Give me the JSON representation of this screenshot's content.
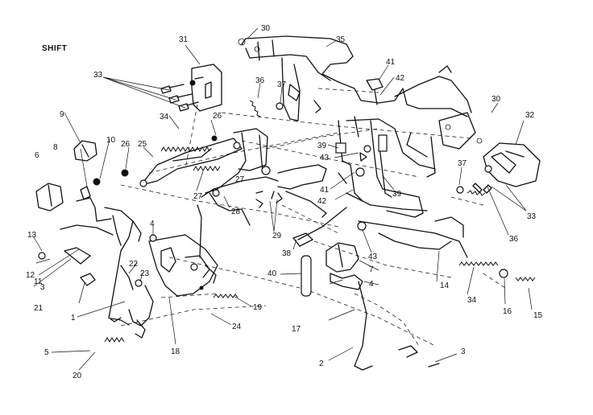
{
  "title": "SHIFT",
  "callouts": [
    "1",
    "2",
    "3",
    "3",
    "4",
    "4",
    "5",
    "6",
    "7",
    "8",
    "9",
    "10",
    "11",
    "12",
    "13",
    "14",
    "15",
    "16",
    "17",
    "18",
    "19",
    "20",
    "21",
    "22",
    "23",
    "24",
    "25",
    "26",
    "26",
    "27",
    "27",
    "28",
    "29",
    "30",
    "30",
    "31",
    "32",
    "33",
    "33",
    "34",
    "34",
    "35",
    "36",
    "36",
    "37",
    "37",
    "38",
    "39",
    "39",
    "40",
    "41",
    "41",
    "42",
    "42",
    "43",
    "43"
  ]
}
